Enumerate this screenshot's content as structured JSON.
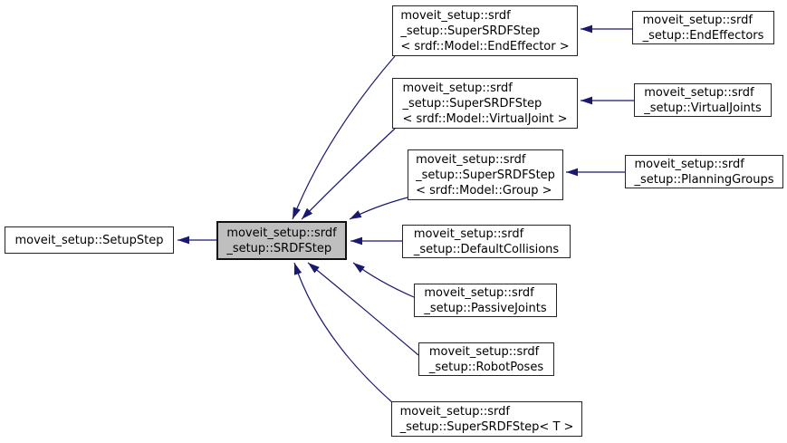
{
  "diagram": {
    "title": "Inheritance graph for moveit_setup::srdf_setup::SRDFStep",
    "type": "doxygen-inheritance-graph",
    "colors": {
      "edge": "#191970",
      "node_border": "#242424",
      "node_fill": "#ffffff",
      "current_node_fill": "#bfbfbf",
      "background": "#ffffff",
      "text": "#000000"
    }
  },
  "nodes": {
    "setup_step": {
      "label_lines": [
        "moveit_setup::SetupStep"
      ]
    },
    "srdf_step": {
      "label_lines": [
        "moveit_setup::srdf",
        "_setup::SRDFStep"
      ]
    },
    "super_srdf_step_end_effector": {
      "label_lines": [
        "moveit_setup::srdf",
        "_setup::SuperSRDFStep",
        "< srdf::Model::EndEffector >"
      ]
    },
    "super_srdf_step_virtual_joint": {
      "label_lines": [
        "moveit_setup::srdf",
        "_setup::SuperSRDFStep",
        "< srdf::Model::VirtualJoint >"
      ]
    },
    "super_srdf_step_group": {
      "label_lines": [
        "moveit_setup::srdf",
        "_setup::SuperSRDFStep",
        "< srdf::Model::Group >"
      ]
    },
    "default_collisions": {
      "label_lines": [
        "moveit_setup::srdf",
        "_setup::DefaultCollisions"
      ]
    },
    "passive_joints": {
      "label_lines": [
        "moveit_setup::srdf",
        "_setup::PassiveJoints"
      ]
    },
    "robot_poses": {
      "label_lines": [
        "moveit_setup::srdf",
        "_setup::RobotPoses"
      ]
    },
    "super_srdf_step_t": {
      "label_lines": [
        "moveit_setup::srdf",
        "_setup::SuperSRDFStep< T >"
      ]
    },
    "end_effectors": {
      "label_lines": [
        "moveit_setup::srdf",
        "_setup::EndEffectors"
      ]
    },
    "virtual_joints": {
      "label_lines": [
        "moveit_setup::srdf",
        "_setup::VirtualJoints"
      ]
    },
    "planning_groups": {
      "label_lines": [
        "moveit_setup::srdf",
        "_setup::PlanningGroups"
      ]
    }
  },
  "edges": [
    {
      "from": "srdf_step",
      "to": "setup_step",
      "relation": "inherits"
    },
    {
      "from": "super_srdf_step_end_effector",
      "to": "srdf_step",
      "relation": "inherits"
    },
    {
      "from": "super_srdf_step_virtual_joint",
      "to": "srdf_step",
      "relation": "inherits"
    },
    {
      "from": "super_srdf_step_group",
      "to": "srdf_step",
      "relation": "inherits"
    },
    {
      "from": "default_collisions",
      "to": "srdf_step",
      "relation": "inherits"
    },
    {
      "from": "passive_joints",
      "to": "srdf_step",
      "relation": "inherits"
    },
    {
      "from": "robot_poses",
      "to": "srdf_step",
      "relation": "inherits"
    },
    {
      "from": "super_srdf_step_t",
      "to": "srdf_step",
      "relation": "inherits"
    },
    {
      "from": "end_effectors",
      "to": "super_srdf_step_end_effector",
      "relation": "inherits"
    },
    {
      "from": "virtual_joints",
      "to": "super_srdf_step_virtual_joint",
      "relation": "inherits"
    },
    {
      "from": "planning_groups",
      "to": "super_srdf_step_group",
      "relation": "inherits"
    }
  ]
}
